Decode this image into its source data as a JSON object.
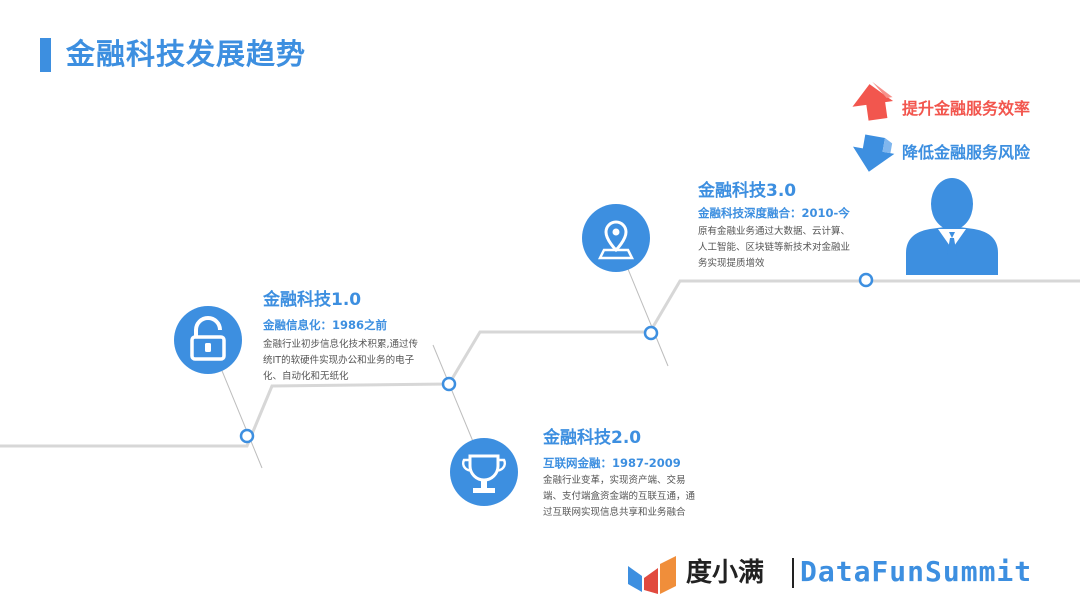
{
  "page": {
    "title": "金融科技发展趋势"
  },
  "goals": {
    "up": "提升金融服务效率",
    "down": "降低金融服务风险"
  },
  "eras": [
    {
      "title": "金融科技1.0",
      "subtitle": "金融信息化：1986之前",
      "description": "金融行业初步信息化技术积累,通过传统IT的软硬件实现办公和业务的电子化、自动化和无纸化",
      "icon": "lock-icon"
    },
    {
      "title": "金融科技2.0",
      "subtitle": "互联网金融：1987-2009",
      "description": "金融行业变革，实现资产端、交易端、支付端盒资金端的互联互通，通过互联网实现信息共享和业务融合",
      "icon": "trophy-icon"
    },
    {
      "title": "金融科技3.0",
      "subtitle": "金融科技深度融合：2010-今",
      "description": "原有金融业务通过大数据、云计算、人工智能、区块链等新技术对金融业务实现提质增效",
      "icon": "map-pin-icon"
    }
  ],
  "brand": {
    "cn": "度小满",
    "en": "DataFunSummit"
  },
  "colors": {
    "accent": "#3d8fe0",
    "up": "#f2564e",
    "line": "#d7d7d7",
    "text": "#555555"
  }
}
